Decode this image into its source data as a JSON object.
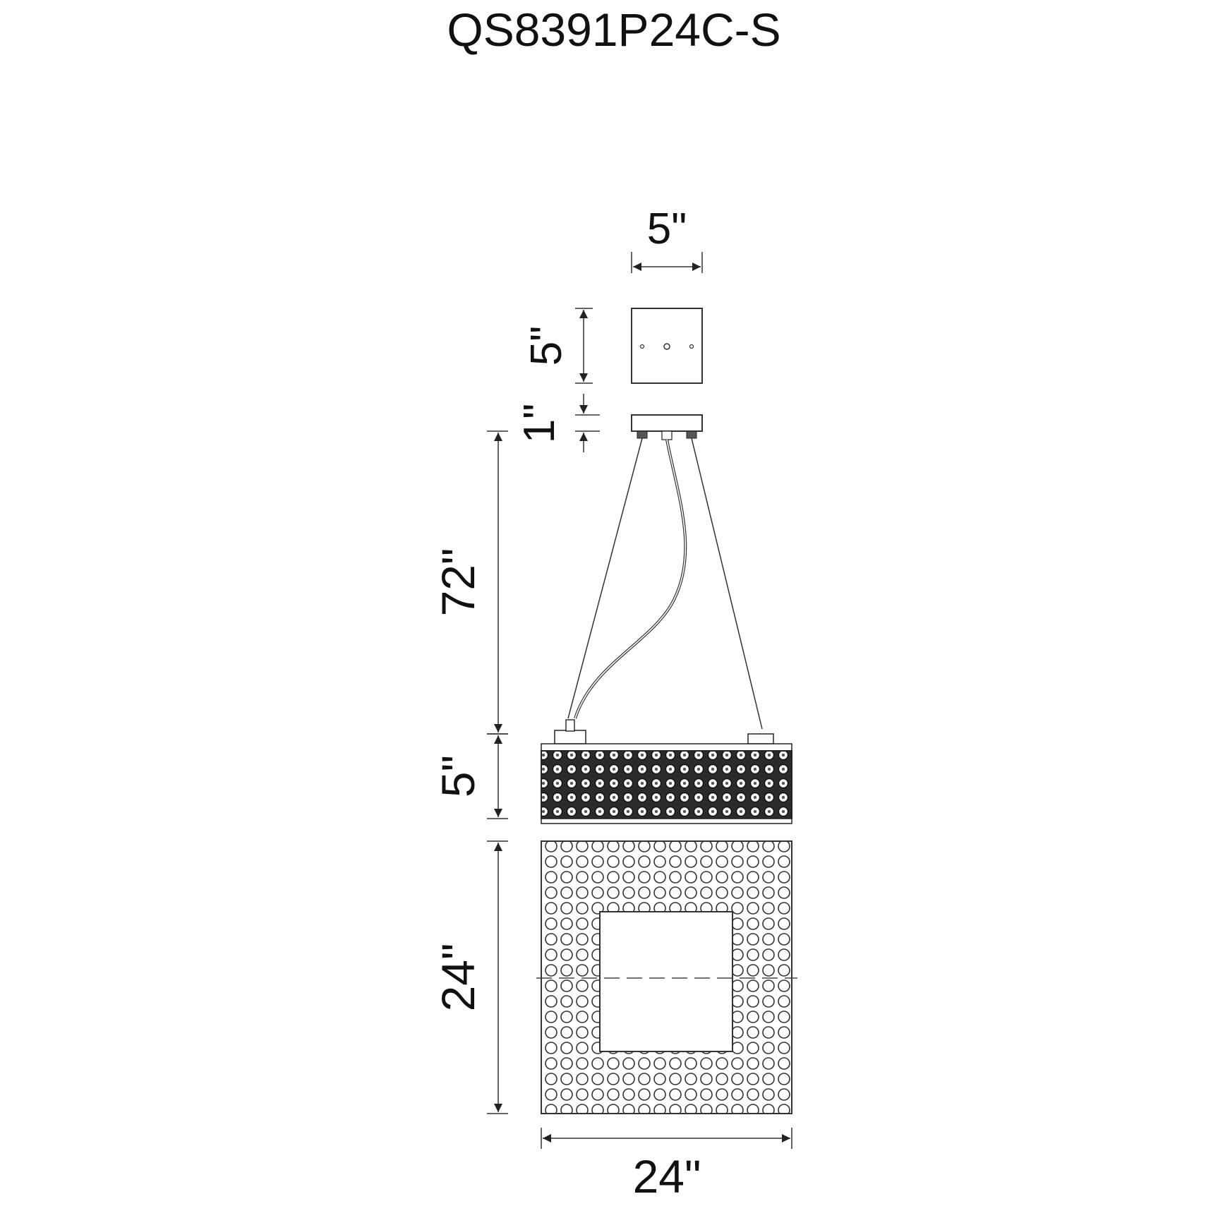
{
  "model_number": "QS8391P24C-S",
  "dimensions": {
    "canopy_width": "5\"",
    "canopy_depth": "5\"",
    "canopy_height": "1\"",
    "suspension_length": "72\"",
    "fixture_height": "5\"",
    "fixture_depth": "24\"",
    "fixture_width": "24\""
  },
  "colors": {
    "line": "#222222",
    "background": "#ffffff"
  }
}
